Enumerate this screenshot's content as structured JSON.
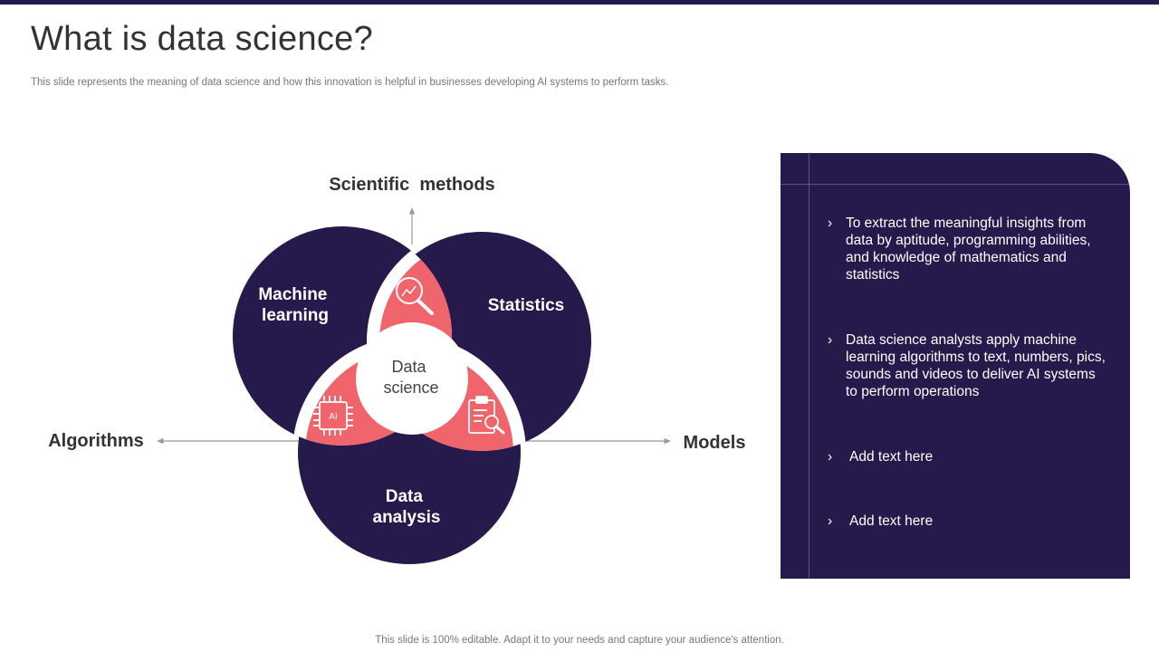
{
  "slide": {
    "title": "What is data science?",
    "subtitle": "This slide represents the meaning of data science and how this innovation is helpful in businesses developing AI systems to perform tasks.",
    "footer": "This slide is 100% editable. Adapt it to your needs and capture your audience's attention."
  },
  "diagram": {
    "circles": {
      "left": [
        "Machine",
        "learning"
      ],
      "right": "Statistics",
      "bottom": [
        "Data",
        "analysis"
      ]
    },
    "center": [
      "Data",
      "science"
    ],
    "outer_labels": {
      "top": "Scientific  methods",
      "left": "Algorithms",
      "right": "Models"
    },
    "icons": {
      "top": "magnifier-chart-icon",
      "left": "ai-chip-icon",
      "right": "clipboard-search-icon"
    },
    "ai_chip_text": "AI"
  },
  "colors": {
    "navy": "#26194c",
    "coral": "#f0646c",
    "white": "#ffffff"
  },
  "panel": {
    "bullets": [
      "To extract the meaningful insights from data by aptitude, programming abilities, and knowledge of mathematics and statistics",
      "Data science analysts apply machine learning algorithms to text, numbers, pics, sounds and videos to deliver AI systems to perform operations",
      "Add text here",
      "Add text here"
    ],
    "bullet_marker": "›"
  }
}
